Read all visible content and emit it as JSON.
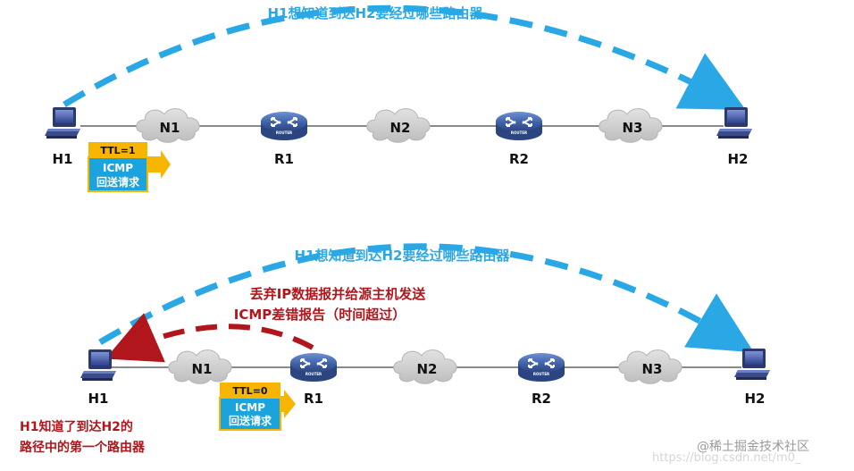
{
  "colors": {
    "dashed_blue": "#2aa8e6",
    "dashed_red": "#b0161b",
    "ttl_box": "#f7b500",
    "icmp_box": "#1aa3dd",
    "router": "#3f62a8",
    "cloud": "#cfcfcf",
    "title_text": "#2aa8e6",
    "red_text": "#b0161b"
  },
  "panel_top": {
    "title": "H1想知道到达H2要经过哪些路由器",
    "nodes": {
      "h1": "H1",
      "n1": "N1",
      "r1": "R1",
      "n2": "N2",
      "r2": "R2",
      "n3": "N3",
      "h2": "H2"
    },
    "router_sublabel": "ROUTER",
    "packet": {
      "ttl": "TTL=1",
      "line1": "ICMP",
      "line2": "回送请求"
    }
  },
  "panel_bottom": {
    "title": "H1想知道到达H2要经过哪些路由器",
    "note_line1": "丢弃IP数据报并给源主机发送",
    "note_line2": "ICMP差错报告（时间超过）",
    "nodes": {
      "h1": "H1",
      "n1": "N1",
      "r1": "R1",
      "n2": "N2",
      "r2": "R2",
      "n3": "N3",
      "h2": "H2"
    },
    "router_sublabel": "ROUTER",
    "packet": {
      "ttl": "TTL=0",
      "line1": "ICMP",
      "line2": "回送请求"
    },
    "conclusion_line1": "H1知道了到达H2的",
    "conclusion_line2": "路径中的第一个路由器"
  },
  "watermark": {
    "text": "@稀土掘金技术社区",
    "underlay": "https://blog.csdn.net/m0_"
  }
}
